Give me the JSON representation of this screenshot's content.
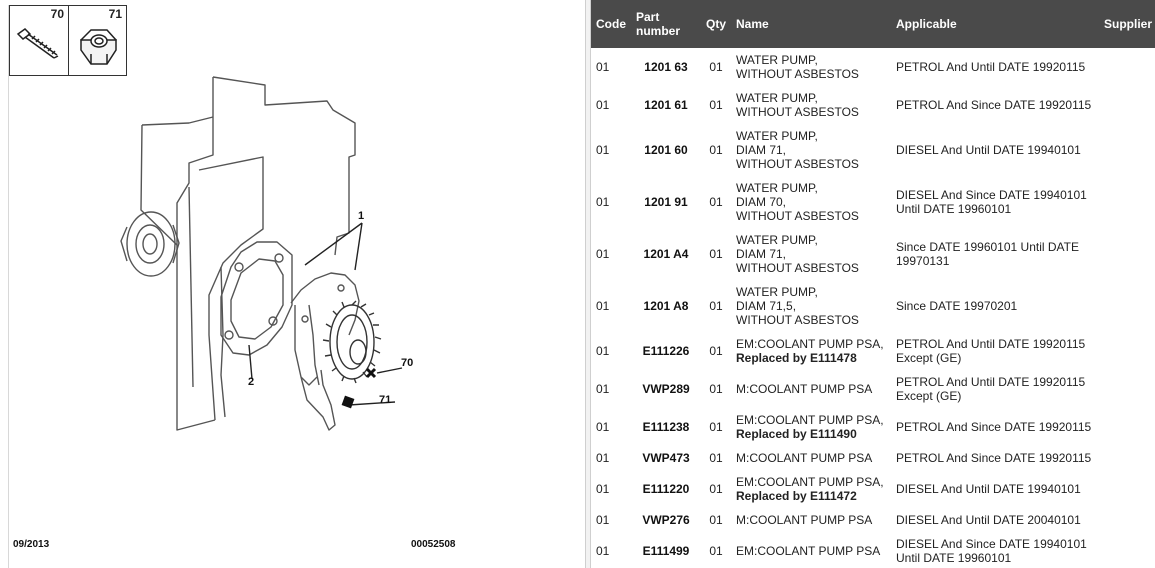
{
  "diagram": {
    "thumbs": [
      {
        "number": "70",
        "icon": "bolt-icon"
      },
      {
        "number": "71",
        "icon": "hex-nut-icon"
      }
    ],
    "callouts": {
      "c1": "1",
      "c2": "2",
      "c70": "70",
      "c71": "71"
    },
    "footer_date": "09/2013",
    "footer_ref": "00052508"
  },
  "table": {
    "headers": {
      "code": "Code",
      "part_number": "Part number",
      "qty": "Qty",
      "name": "Name",
      "applicable": "Applicable",
      "supplier": "Supplier"
    },
    "rows": [
      {
        "code": "01",
        "pn": "1201 63",
        "qty": "01",
        "name": [
          "WATER PUMP,",
          "WITHOUT ASBESTOS"
        ],
        "repl": "",
        "app": [
          "PETROL And Until DATE 19920115"
        ]
      },
      {
        "code": "01",
        "pn": "1201 61",
        "qty": "01",
        "name": [
          "WATER PUMP,",
          "WITHOUT ASBESTOS"
        ],
        "repl": "",
        "app": [
          "PETROL And Since DATE 19920115"
        ]
      },
      {
        "code": "01",
        "pn": "1201 60",
        "qty": "01",
        "name": [
          "WATER PUMP,",
          "DIAM 71,",
          "WITHOUT ASBESTOS"
        ],
        "repl": "",
        "app": [
          "DIESEL And Until DATE 19940101"
        ]
      },
      {
        "code": "01",
        "pn": "1201 91",
        "qty": "01",
        "name": [
          "WATER PUMP,",
          "DIAM 70,",
          "WITHOUT ASBESTOS"
        ],
        "repl": "",
        "app": [
          "DIESEL And Since DATE 19940101",
          "Until DATE 19960101"
        ]
      },
      {
        "code": "01",
        "pn": "1201 A4",
        "qty": "01",
        "name": [
          "WATER PUMP,",
          "DIAM 71,",
          "WITHOUT ASBESTOS"
        ],
        "repl": "",
        "app": [
          "Since DATE 19960101 Until DATE",
          "19970131"
        ]
      },
      {
        "code": "01",
        "pn": "1201 A8",
        "qty": "01",
        "name": [
          "WATER PUMP,",
          "DIAM 71,5,",
          "WITHOUT ASBESTOS"
        ],
        "repl": "",
        "app": [
          "Since DATE 19970201"
        ]
      },
      {
        "code": "01",
        "pn": "E111226",
        "qty": "01",
        "name": [
          "EM:COOLANT PUMP PSA,"
        ],
        "repl": "Replaced by E111478",
        "app": [
          "PETROL And Until DATE 19920115",
          "Except (GE)"
        ]
      },
      {
        "code": "01",
        "pn": "VWP289",
        "qty": "01",
        "name": [
          "M:COOLANT PUMP PSA"
        ],
        "repl": "",
        "app": [
          "PETROL And Until DATE 19920115",
          "Except (GE)"
        ]
      },
      {
        "code": "01",
        "pn": "E111238",
        "qty": "01",
        "name": [
          "EM:COOLANT PUMP PSA,"
        ],
        "repl": "Replaced by E111490",
        "app": [
          "PETROL And Since DATE 19920115"
        ]
      },
      {
        "code": "01",
        "pn": "VWP473",
        "qty": "01",
        "name": [
          "M:COOLANT PUMP PSA"
        ],
        "repl": "",
        "app": [
          "PETROL And Since DATE 19920115"
        ]
      },
      {
        "code": "01",
        "pn": "E111220",
        "qty": "01",
        "name": [
          "EM:COOLANT PUMP PSA,"
        ],
        "repl": "Replaced by E111472",
        "app": [
          "DIESEL And Until DATE 19940101"
        ]
      },
      {
        "code": "01",
        "pn": "VWP276",
        "qty": "01",
        "name": [
          "M:COOLANT PUMP PSA"
        ],
        "repl": "",
        "app": [
          "DIESEL And Until DATE 20040101"
        ]
      },
      {
        "code": "01",
        "pn": "E111499",
        "qty": "01",
        "name": [
          "EM:COOLANT PUMP PSA"
        ],
        "repl": "",
        "app": [
          "DIESEL And Since DATE 19940101",
          "Until DATE 19960101"
        ]
      }
    ]
  }
}
